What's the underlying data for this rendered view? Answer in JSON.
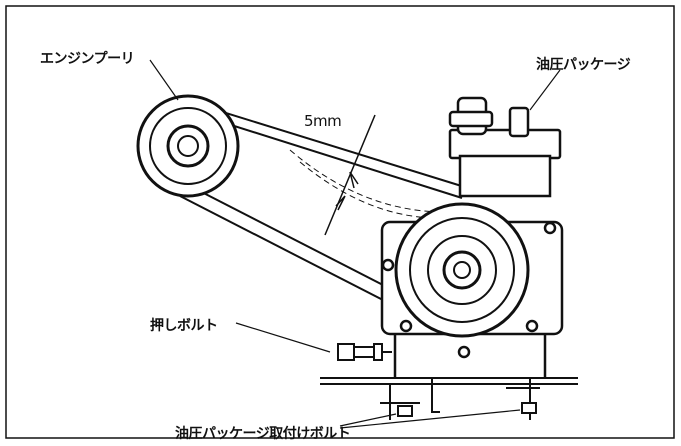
{
  "labels": {
    "engine_pulley": "エンジンプーリ",
    "hydraulic_package": "油圧パッケージ",
    "deflection": "5mm",
    "push_bolt": "押しボルト",
    "mounting_bolt": "油圧パッケージ取付けボルト"
  },
  "colors": {
    "ink": "#111111",
    "background": "#ffffff"
  }
}
